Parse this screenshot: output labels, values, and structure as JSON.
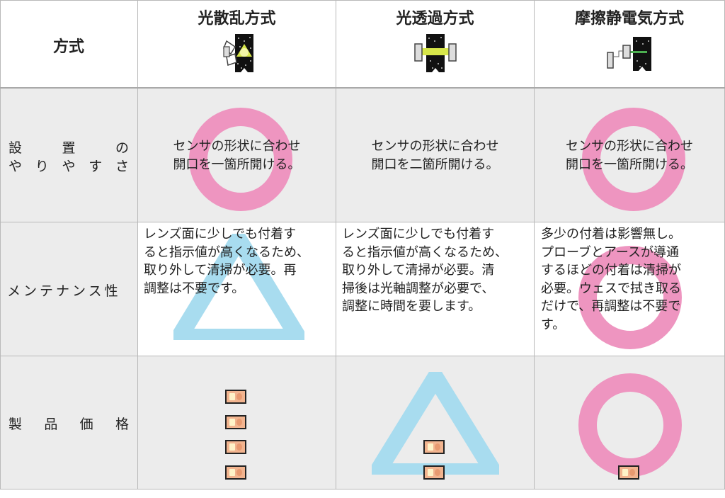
{
  "header": {
    "corner_label": "方式",
    "methods": [
      {
        "name": "光散乱方式",
        "icon": "light-scattering-sensor-icon"
      },
      {
        "name": "光透過方式",
        "icon": "light-transmission-sensor-icon"
      },
      {
        "name": "摩擦静電気方式",
        "icon": "triboelectric-probe-icon"
      }
    ]
  },
  "rows": [
    {
      "label_chars": [
        "設",
        "置",
        "の"
      ],
      "label_chars2": [
        "や",
        "り",
        "や",
        "す",
        "さ"
      ],
      "cells": [
        {
          "text": "センサの形状に合わせ\n開口を一箇所開ける。",
          "mark": "circle"
        },
        {
          "text": "センサの形状に合わせ\n開口を二箇所開ける。",
          "mark": "none"
        },
        {
          "text": "センサの形状に合わせ\n開口を一箇所開ける。",
          "mark": "circle"
        }
      ]
    },
    {
      "label": "メンテナンス性",
      "cells": [
        {
          "text": "レンズ面に少しでも付着す\nると指示値が高くなるため、\n取り外して清掃が必要。再\n調整は不要です。",
          "mark": "triangle"
        },
        {
          "text": "レンズ面に少しでも付着す\nると指示値が高くなるため、\n取り外して清掃が必要。清\n掃後は光軸調整が必要で、\n調整に時間を要します。",
          "mark": "none"
        },
        {
          "text": "多少の付着は影響無し。\nプローブとアースが導通\nするほどの付着は清掃が\n必要。ウェスで拭き取る\nだけで、再調整は不要で\nす。",
          "mark": "circle"
        }
      ]
    },
    {
      "label_chars": [
        "製",
        "品",
        "価",
        "格"
      ],
      "cells": [
        {
          "yen_count": 4,
          "mark": "none"
        },
        {
          "yen_count": 2,
          "mark": "triangle"
        },
        {
          "yen_count": 1,
          "mark": "circle"
        }
      ]
    }
  ],
  "colors": {
    "circle": "#ee95c0",
    "triangle": "#a8dcef",
    "shade": "#ececec",
    "yen_bill": "#f2b48f"
  }
}
